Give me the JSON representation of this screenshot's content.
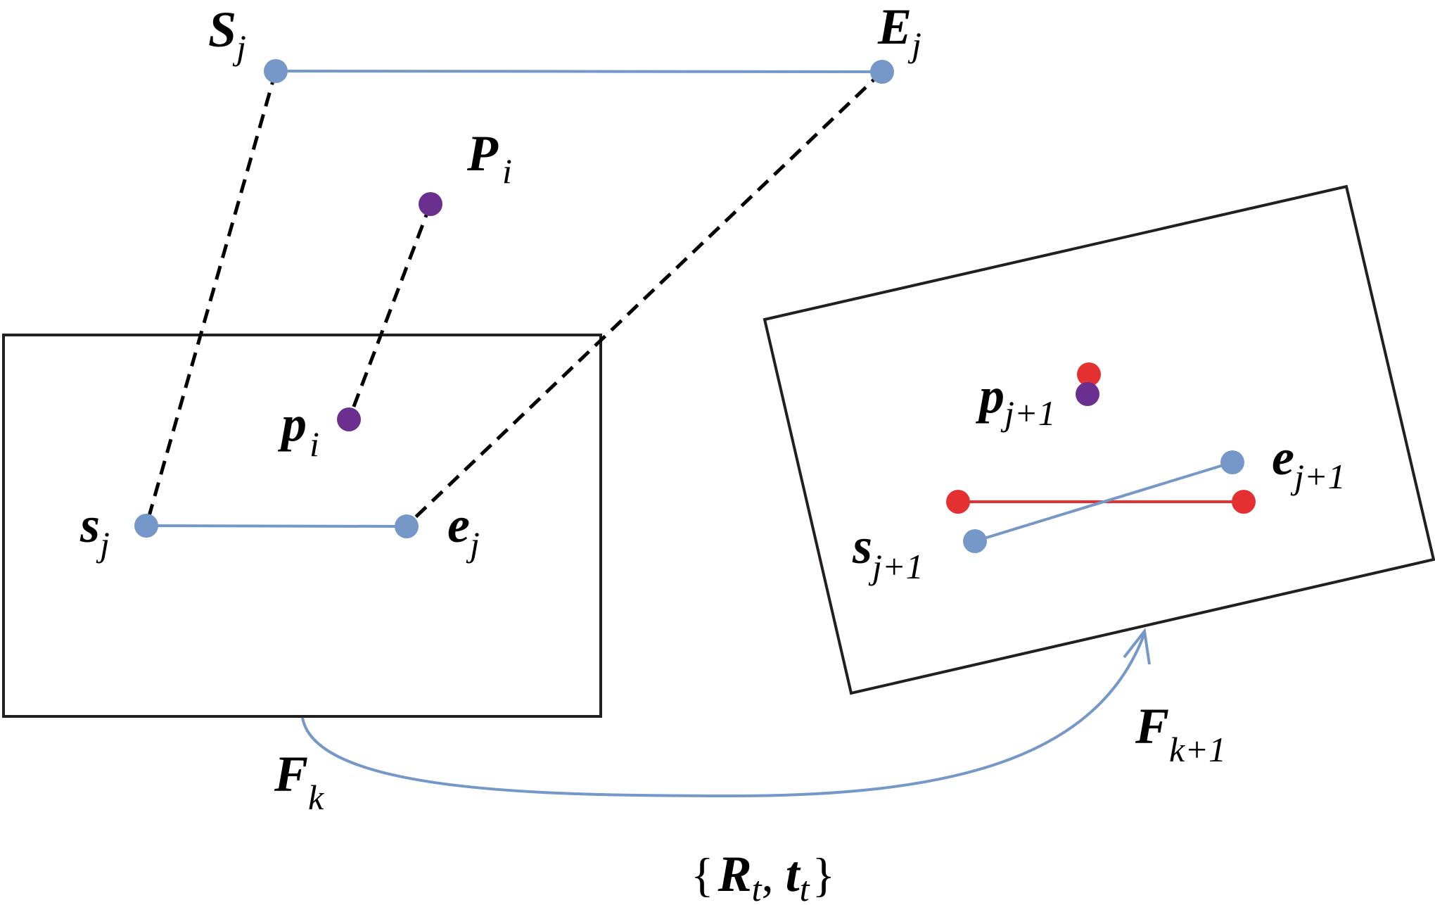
{
  "labels": {
    "S_j": {
      "main": "S",
      "sub": "j"
    },
    "E_j": {
      "main": "E",
      "sub": "j"
    },
    "P_i": {
      "main": "P",
      "sub": "i"
    },
    "p_i": {
      "main": "p",
      "sub": "i"
    },
    "s_j": {
      "main": "s",
      "sub": "j"
    },
    "e_j": {
      "main": "e",
      "sub": "j"
    },
    "p_j1": {
      "main": "p",
      "sub": "j+1"
    },
    "e_j1": {
      "main": "e",
      "sub": "j+1"
    },
    "s_j1": {
      "main": "s",
      "sub": "j+1"
    },
    "F_k": {
      "main": "F",
      "sub": "k"
    },
    "F_k1": {
      "main": "F",
      "sub": "k+1"
    }
  },
  "transform": {
    "open": "{",
    "R": "R",
    "R_sub": "t",
    "comma": ", ",
    "t": "t",
    "t_sub": "t",
    "close": "}"
  },
  "colors": {
    "blue": "#7598c8",
    "purple": "#6b2f8f",
    "red": "#e43030",
    "frame": "#231f20"
  }
}
